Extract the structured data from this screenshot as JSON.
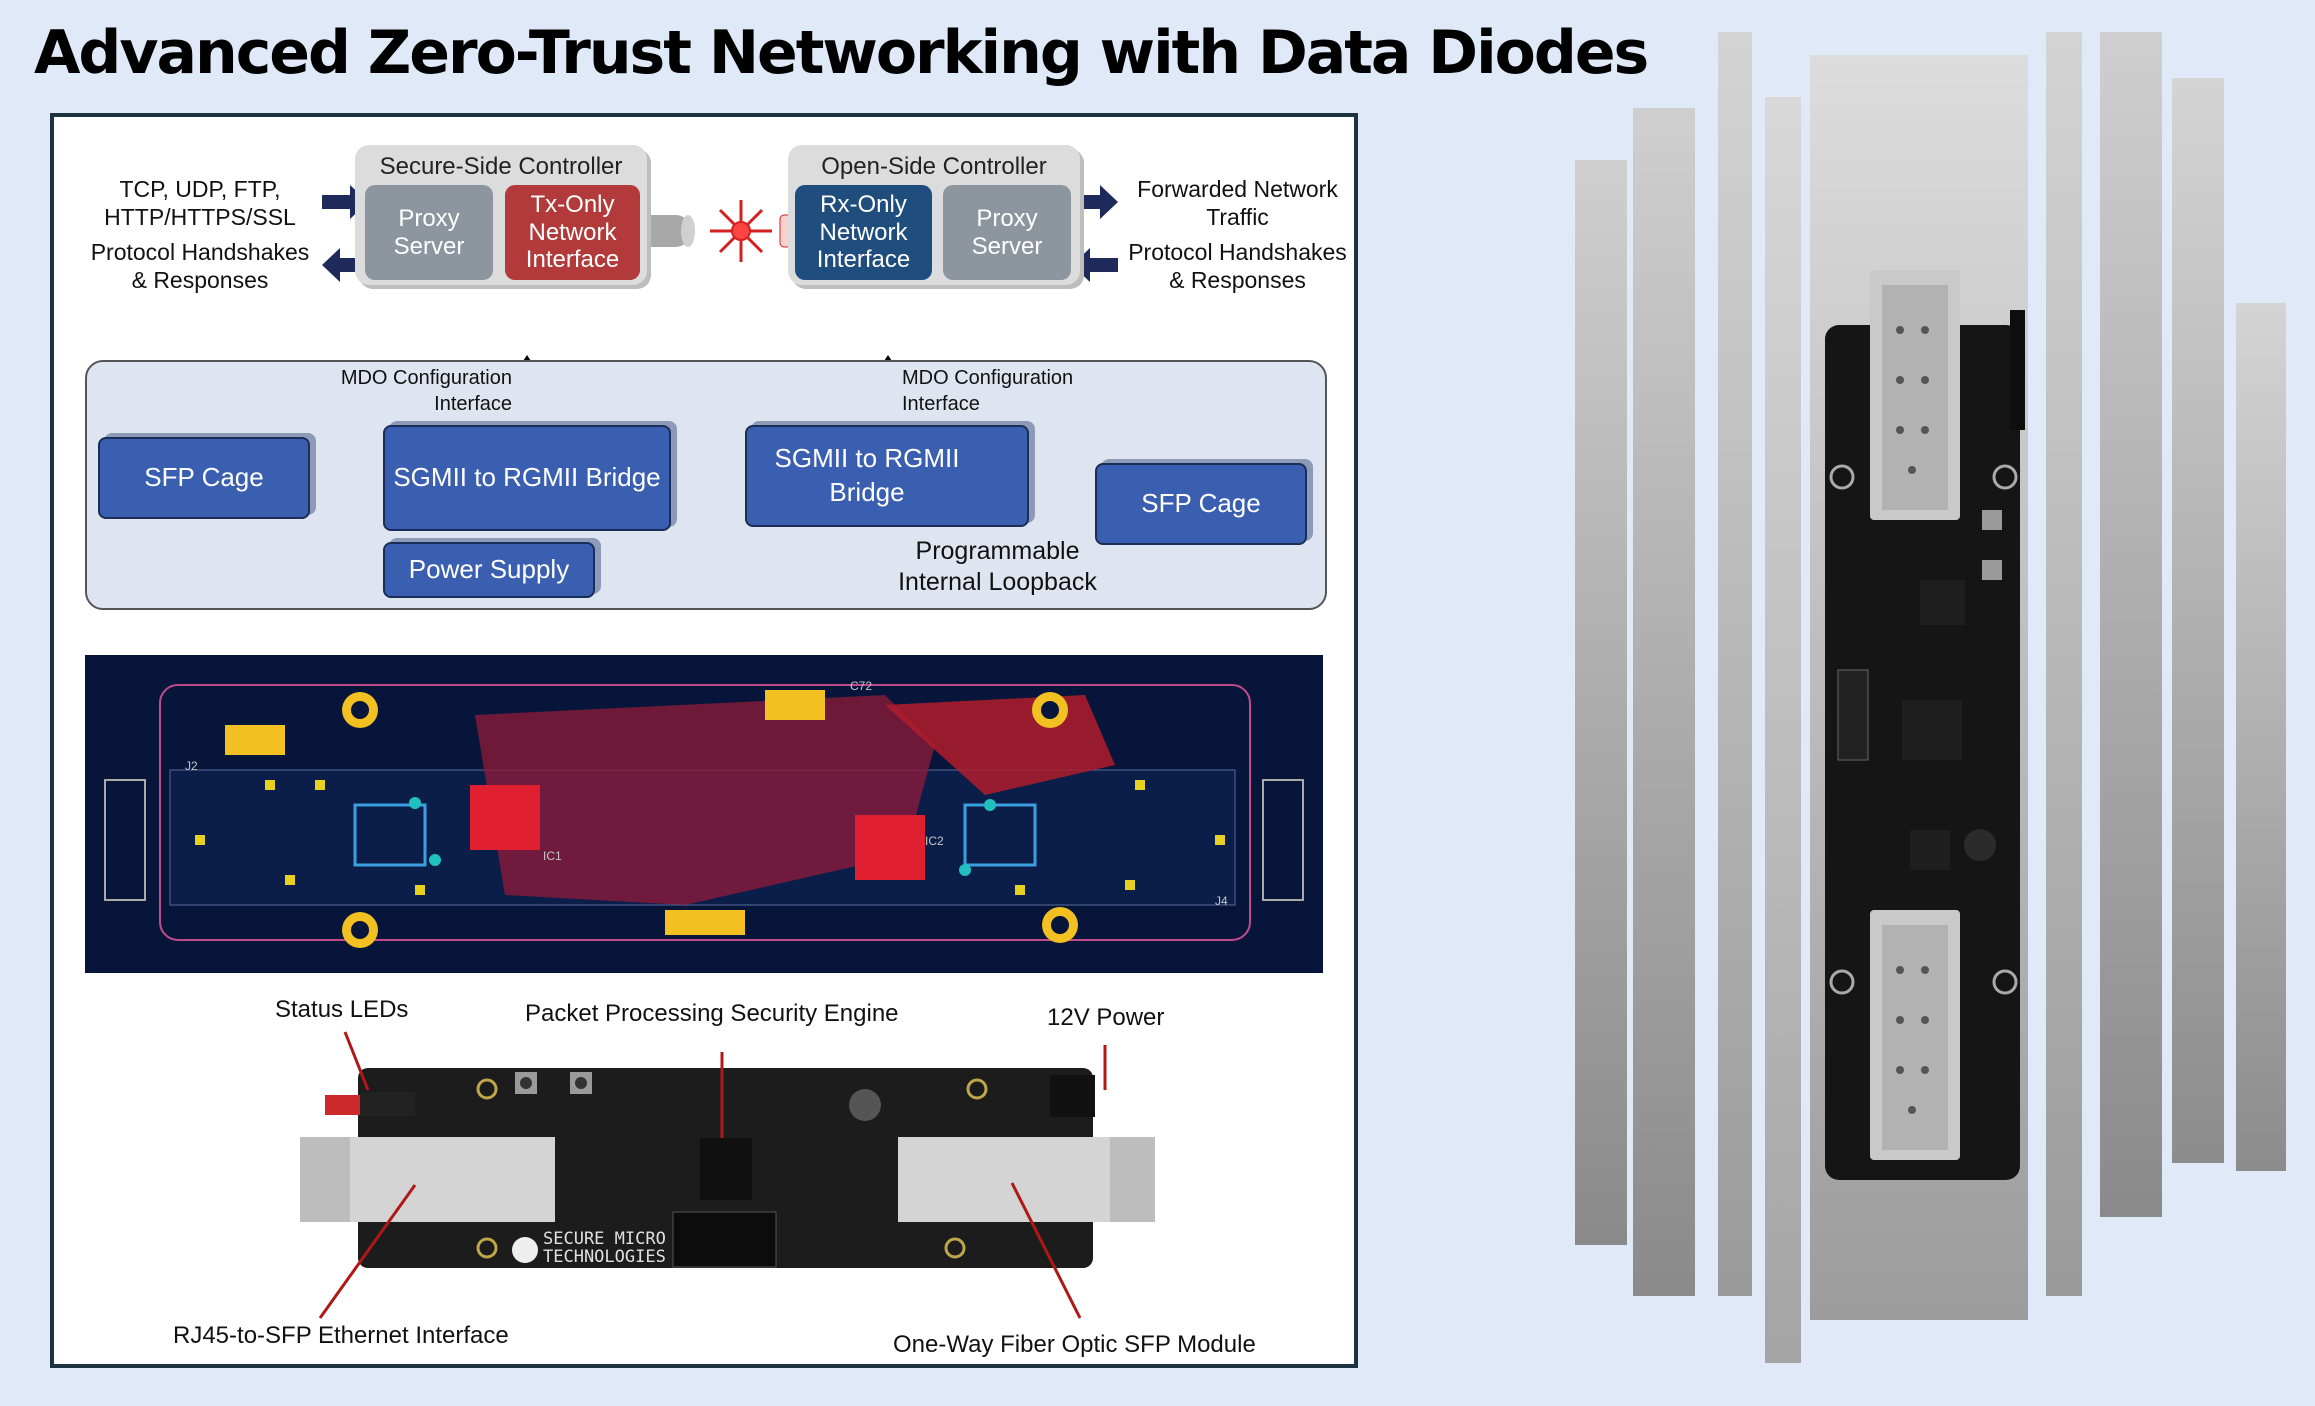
{
  "title": "Advanced Zero-Trust Networking with Data Diodes",
  "top": {
    "left_input_label": "TCP, UDP, FTP, HTTP/HTTPS/SSL",
    "left_output_label": "Protocol Handshakes & Responses",
    "secure_controller": {
      "title": "Secure-Side Controller",
      "proxy": "Proxy Server",
      "tx": "Tx-Only Network Interface"
    },
    "open_controller": {
      "title": "Open-Side Controller",
      "rx": "Rx-Only Network Interface",
      "proxy": "Proxy Server"
    },
    "right_output_label": "Forwarded Network Traffic",
    "right_input_label": "Protocol Handshakes & Responses"
  },
  "block": {
    "mdo_left": "MDO Configuration Interface",
    "mdo_right": "MDO Configuration Interface",
    "sfp_left": "SFP Cage",
    "bridge_left": "SGMII to RGMII Bridge",
    "bridge_right": "SGMII to RGMII Bridge",
    "sfp_right": "SFP Cage",
    "power": "Power Supply",
    "loopback": "Programmable Internal Loopback"
  },
  "pcb_labels": {
    "j2": "J2",
    "j4": "J4",
    "ic1": "IC1",
    "ic2": "IC2",
    "c72": "C72"
  },
  "board_callouts": {
    "status_leds": "Status LEDs",
    "packet_engine": "Packet Processing Security Engine",
    "power12v": "12V Power",
    "rj45": "RJ45-to-SFP Ethernet Interface",
    "fiber": "One-Way Fiber Optic SFP Module",
    "brand": "SECURE MICRO TECHNOLOGIES"
  },
  "colors": {
    "background": "#dfe9f7",
    "panel_border": "#1d3440",
    "block_blue": "#3a5fb0",
    "tx_red": "#b23a3a",
    "rx_navy": "#1f4d7e",
    "pcb_dark": "#07153a",
    "callout_red": "#b01818"
  }
}
